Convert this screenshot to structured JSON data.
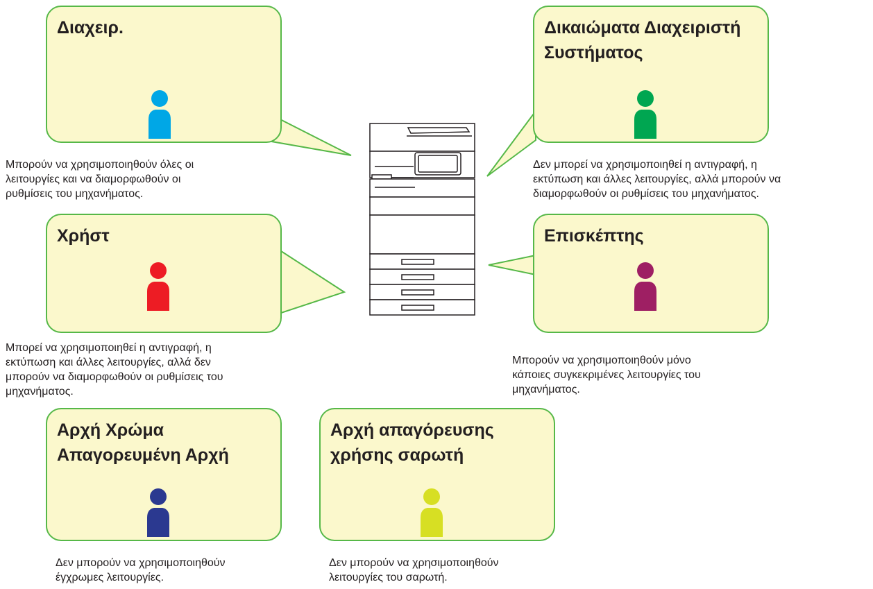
{
  "roles": [
    {
      "id": "admin",
      "title": "Διαχειρ.",
      "icon_color": "#00a7e6",
      "description": "Μπορούν να χρησιμοποιηθούν όλες οι\nλειτουργίες και να διαμορφωθούν οι\nρυθμίσεις του μηχανήματος."
    },
    {
      "id": "system-admin",
      "title": "Δικαιώματα Διαχειριστή\nΣυστήματος",
      "icon_color": "#00a651",
      "description": "Δεν μπορεί να χρησιμοποιηθεί η αντιγραφή, η\nεκτύπωση και άλλες λειτουργίες, αλλά μπορούν να\nδιαμορφωθούν οι ρυθμίσεις του μηχανήματος."
    },
    {
      "id": "user",
      "title": "Χρήστ",
      "icon_color": "#ed1c24",
      "description": "Μπορεί να χρησιμοποιηθεί η αντιγραφή, η\nεκτύπωση και άλλες λειτουργίες, αλλά δεν\nμπορούν να διαμορφωθούν οι ρυθμίσεις του\nμηχανήματος."
    },
    {
      "id": "guest",
      "title": "Επισκέπτης",
      "icon_color": "#9e1f63",
      "description": "Μπορούν να χρησιμοποιηθούν μόνο\nκάποιες συγκεκριμένες λειτουργίες του\nμηχανήματος."
    },
    {
      "id": "color-prohibited",
      "title": "Αρχή Χρώμα\nΑπαγορευμένη Αρχή",
      "icon_color": "#2b3990",
      "description": "Δεν μπορούν να χρησιμοποιηθούν\nέγχρωμες λειτουργίες."
    },
    {
      "id": "scan-prohibited",
      "title": "Αρχή απαγόρευσης\nχρήσης σαρωτή",
      "icon_color": "#d7df23",
      "description": "Δεν μπορούν να χρησιμοποιηθούν\nλειτουργίες του σαρωτή."
    }
  ],
  "colors": {
    "box_fill": "#fbf8cc",
    "box_border": "#56b848",
    "text": "#231f20"
  }
}
